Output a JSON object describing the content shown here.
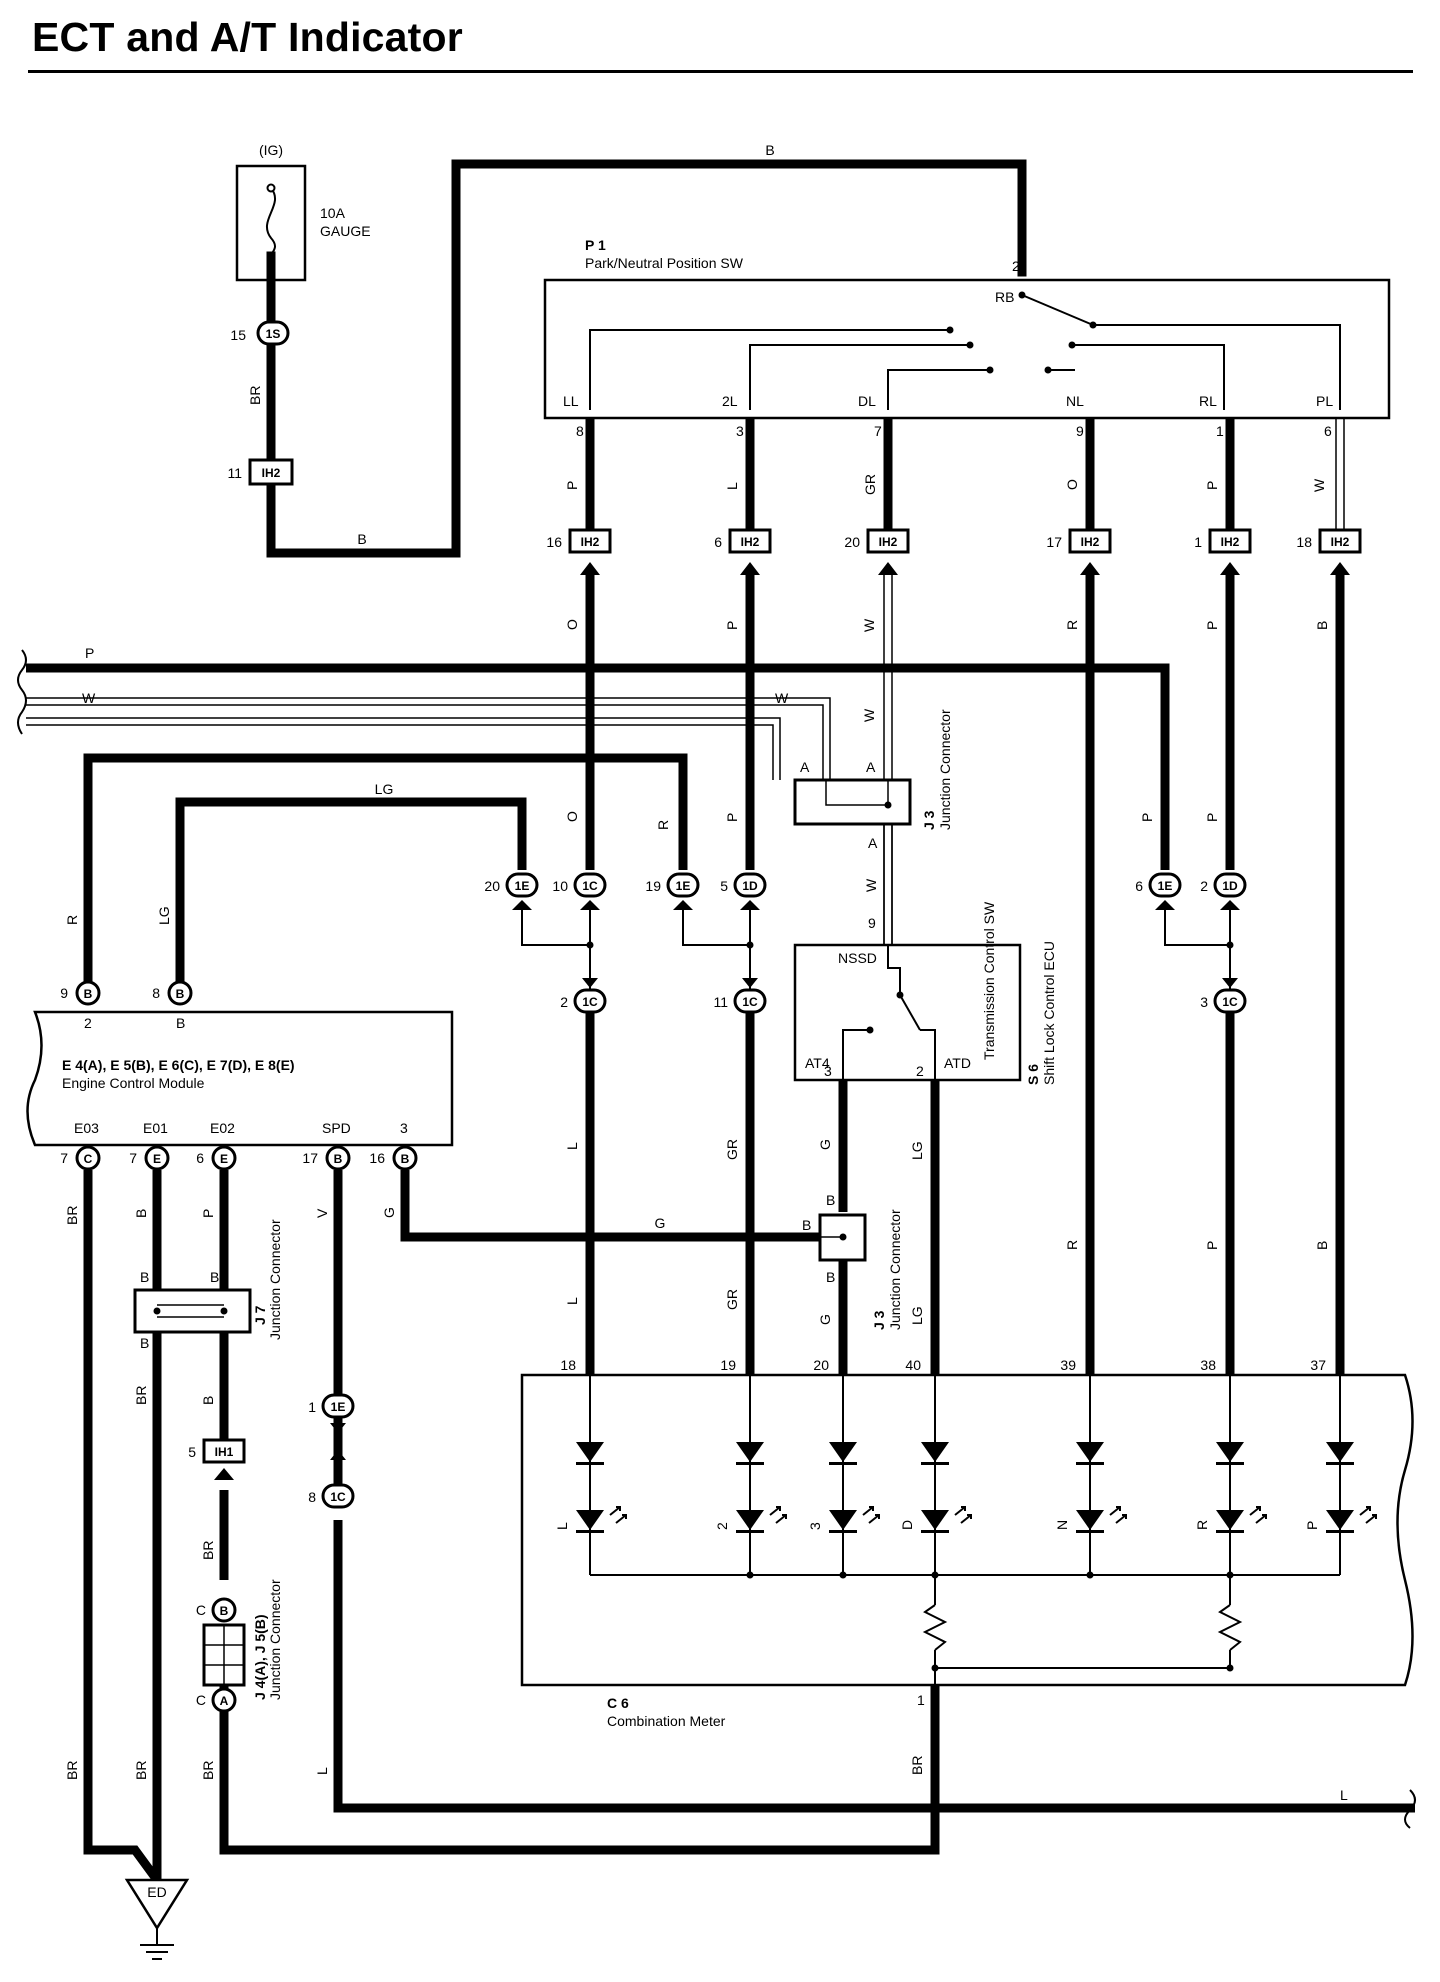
{
  "title": "ECT and A/T Indicator",
  "fuse": {
    "supply": "(IG)",
    "rating": "10A",
    "name": "GAUGE"
  },
  "components": {
    "p1": {
      "id": "P 1",
      "name": "Park/Neutral Position SW"
    },
    "ecm": {
      "id": "E 4(A), E 5(B), E 6(C), E 7(D), E 8(E)",
      "name": "Engine Control Module"
    },
    "s6": {
      "id": "S 6",
      "name": "Shift Lock Control ECU",
      "sub": "Transmission Control SW"
    },
    "c6": {
      "id": "C 6",
      "name": "Combination Meter"
    },
    "j3a": {
      "id": "J 3",
      "name": "Junction Connector"
    },
    "j3b": {
      "id": "J 3",
      "name": "Junction Connector"
    },
    "j7": {
      "id": "J 7",
      "name": "Junction Connector"
    },
    "j4": {
      "id": "J 4(A), J 5(B)",
      "name": "Junction Connector"
    },
    "ground": "ED"
  },
  "p1_terminals": [
    "RB",
    "LL",
    "2L",
    "DL",
    "NL",
    "RL",
    "PL"
  ],
  "s6_terminals": [
    "NSSD",
    "AT4",
    "ATD"
  ],
  "ecm_terminals": [
    "E03",
    "E01",
    "E02",
    "SPD"
  ],
  "indicators": [
    "L",
    "2",
    "3",
    "D",
    "N",
    "R",
    "P"
  ],
  "connectors": {
    "c1S": "1S",
    "cIH2": "IH2",
    "cIH1": "IH1",
    "c1C": "1C",
    "c1D": "1D",
    "c1E": "1E",
    "cA": "A",
    "cB": "B",
    "cC": "C",
    "cE": "E"
  },
  "wire_colors": {
    "B": "B",
    "BR": "BR",
    "P": "P",
    "L": "L",
    "GR": "GR",
    "O": "O",
    "W": "W",
    "R": "R",
    "LG": "LG",
    "G": "G",
    "V": "V"
  },
  "pins": {
    "p2": "2",
    "p15": "15",
    "p11": "11",
    "p8": "8",
    "p3": "3",
    "p7": "7",
    "p9": "9",
    "p1": "1",
    "p6": "6",
    "p16": "16",
    "p20": "20",
    "p17": "17",
    "p18": "18",
    "p10": "10",
    "p19": "19",
    "p5": "5",
    "p39": "39",
    "p38": "38",
    "p37": "37",
    "p40": "40"
  }
}
